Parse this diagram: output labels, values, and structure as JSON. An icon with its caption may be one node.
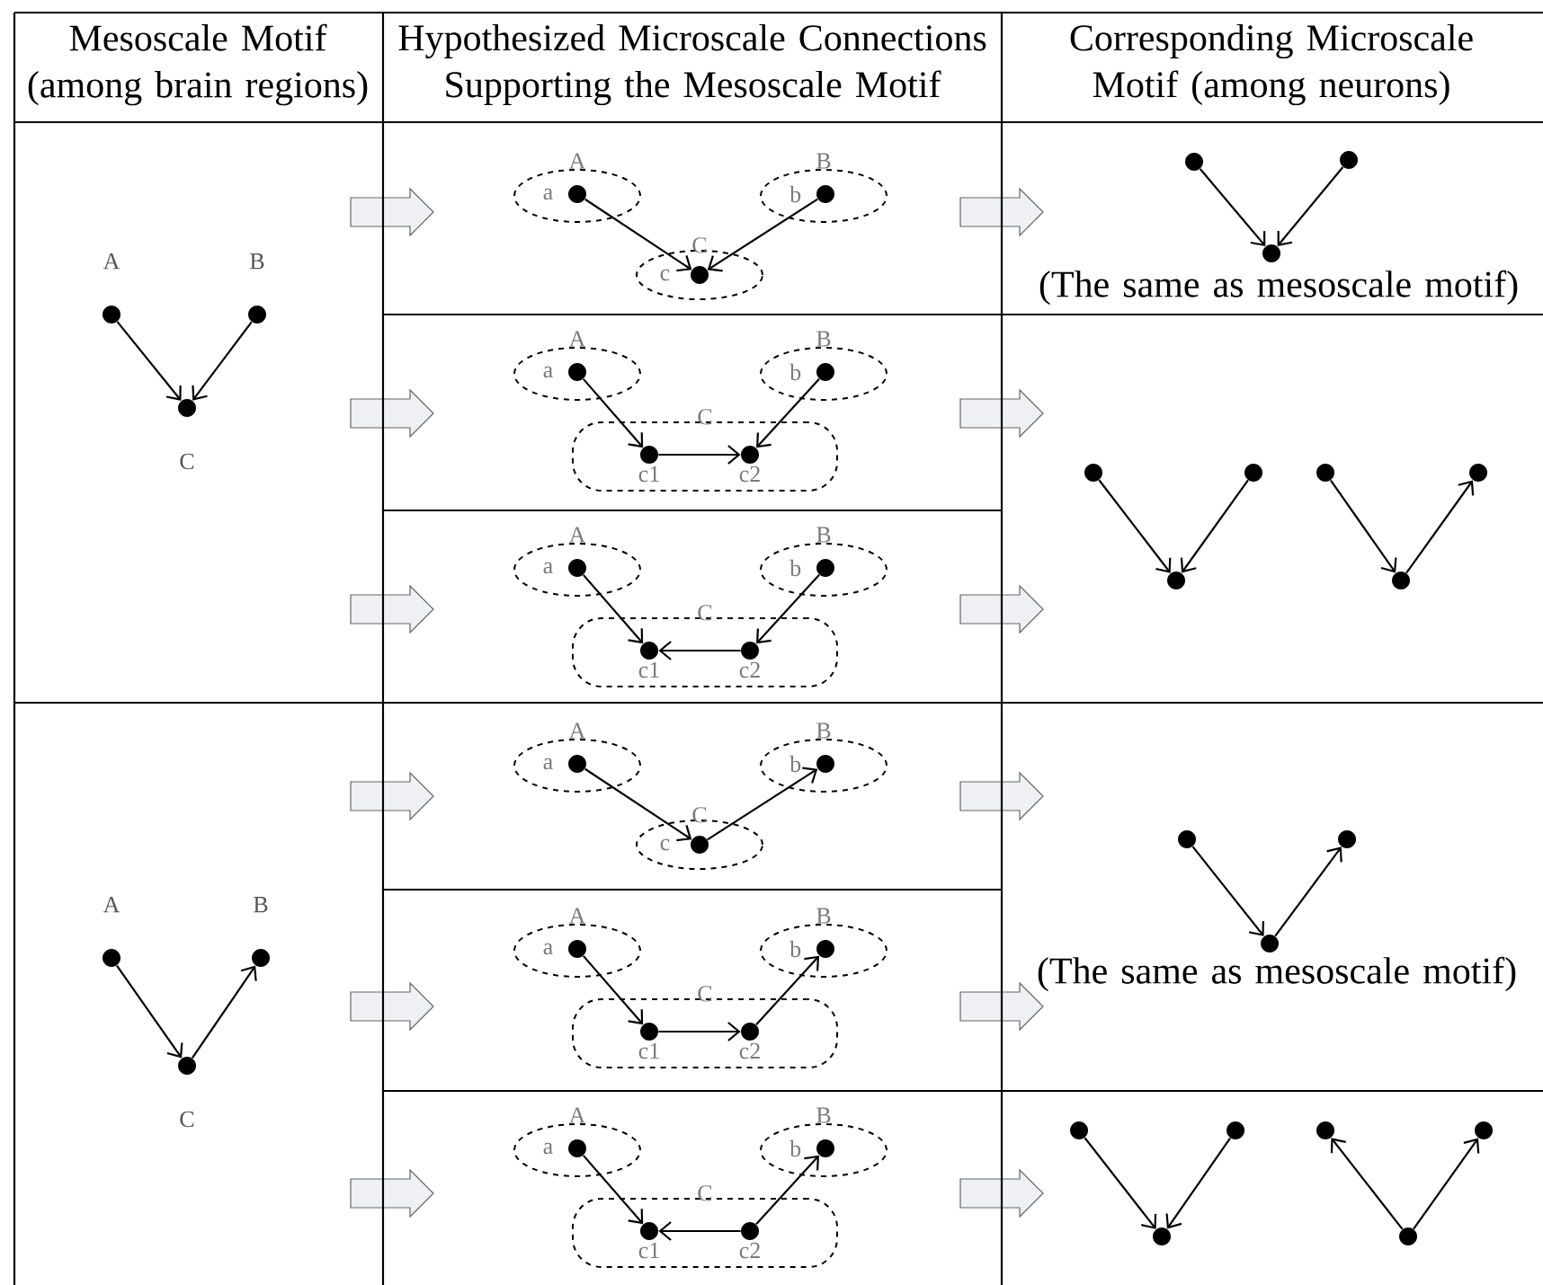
{
  "diagram": {
    "nodes": [
      {
        "text": [],
        "shape": "circle",
        "beside": [
          "A"
        ]
      },
      {
        "text": [],
        "shape": "circle",
        "beside": [
          "B"
        ]
      },
      {
        "text": [],
        "shape": "circle",
        "beside": [
          "C"
        ]
      },
      {
        "text": [
          "A"
        ]
      },
      {
        "text": [],
        "shape": "circle",
        "in": 3,
        "beside": [
          "a"
        ]
      },
      {
        "text": [
          "B"
        ]
      },
      {
        "text": [],
        "shape": "circle",
        "in": 5,
        "beside": [
          "b"
        ]
      },
      {
        "text": [
          "C"
        ]
      },
      {
        "text": [],
        "shape": "circle",
        "in": 7,
        "beside": [
          "c"
        ]
      },
      {
        "text": [],
        "shape": "circle"
      },
      {
        "text": [],
        "shape": "circle"
      },
      {
        "text": [],
        "shape": "circle"
      },
      {
        "text": [
          "A"
        ]
      },
      {
        "text": [],
        "shape": "circle",
        "in": 12,
        "beside": [
          "a"
        ]
      },
      {
        "text": [
          "B"
        ]
      },
      {
        "text": [],
        "shape": "circle",
        "in": 14,
        "beside": [
          "b"
        ]
      },
      {
        "text": [
          "C"
        ]
      },
      {
        "text": [],
        "shape": "circle",
        "in": 16,
        "beside": [
          "c1"
        ]
      },
      {
        "text": [],
        "shape": "circle",
        "in": 16,
        "beside": [
          "c2"
        ]
      },
      {
        "text": [
          "A"
        ]
      },
      {
        "text": [],
        "shape": "circle",
        "in": 19,
        "beside": [
          "a"
        ]
      },
      {
        "text": [
          "B"
        ]
      },
      {
        "text": [],
        "shape": "circle",
        "in": 21,
        "beside": [
          "b"
        ]
      },
      {
        "text": [
          "C"
        ]
      },
      {
        "text": [],
        "shape": "circle",
        "in": 23,
        "beside": [
          "c1"
        ]
      },
      {
        "text": [],
        "shape": "circle",
        "in": 23,
        "beside": [
          "c2"
        ]
      },
      {
        "text": [],
        "shape": "circle"
      },
      {
        "text": [],
        "shape": "circle"
      },
      {
        "text": [],
        "shape": "circle"
      },
      {
        "text": [],
        "shape": "circle"
      },
      {
        "text": [],
        "shape": "circle"
      },
      {
        "text": [],
        "shape": "circle"
      },
      {
        "text": [],
        "shape": "circle",
        "beside": [
          "A"
        ]
      },
      {
        "text": [],
        "shape": "circle",
        "beside": [
          "B"
        ]
      },
      {
        "text": [],
        "shape": "circle",
        "beside": [
          "C"
        ]
      },
      {
        "text": [
          "A"
        ]
      },
      {
        "text": [],
        "shape": "circle",
        "in": 35,
        "beside": [
          "a"
        ]
      },
      {
        "text": [
          "B"
        ]
      },
      {
        "text": [],
        "shape": "circle",
        "in": 37,
        "beside": [
          "b"
        ]
      },
      {
        "text": [
          "C"
        ]
      },
      {
        "text": [],
        "shape": "circle",
        "in": 39,
        "beside": [
          "c"
        ]
      },
      {
        "text": [],
        "shape": "circle"
      },
      {
        "text": [],
        "shape": "circle"
      },
      {
        "text": [],
        "shape": "circle"
      },
      {
        "text": [
          "A"
        ]
      },
      {
        "text": [],
        "shape": "circle",
        "in": 44,
        "beside": [
          "a"
        ]
      },
      {
        "text": [
          "B"
        ]
      },
      {
        "text": [],
        "shape": "circle",
        "in": 46,
        "beside": [
          "b"
        ]
      },
      {
        "text": [
          "C"
        ]
      },
      {
        "text": [],
        "shape": "circle",
        "in": 48,
        "beside": [
          "c1"
        ]
      },
      {
        "text": [],
        "shape": "circle",
        "in": 48,
        "beside": [
          "c2"
        ]
      },
      {
        "text": [
          "A"
        ]
      },
      {
        "text": [],
        "shape": "circle",
        "in": 51,
        "beside": [
          "a"
        ]
      },
      {
        "text": [
          "B"
        ]
      },
      {
        "text": [],
        "shape": "circle",
        "in": 53,
        "beside": [
          "b"
        ]
      },
      {
        "text": [
          "C"
        ]
      },
      {
        "text": [],
        "shape": "circle",
        "in": 55,
        "beside": [
          "c1"
        ]
      },
      {
        "text": [],
        "shape": "circle",
        "in": 55,
        "beside": [
          "c2"
        ]
      },
      {
        "text": [],
        "shape": "circle"
      },
      {
        "text": [],
        "shape": "circle"
      },
      {
        "text": [],
        "shape": "circle"
      },
      {
        "text": [],
        "shape": "circle"
      },
      {
        "text": [],
        "shape": "circle"
      },
      {
        "text": [],
        "shape": "circle"
      }
    ],
    "edges": [
      {
        "from": 0,
        "to": 2,
        "arrow": "to"
      },
      {
        "from": 1,
        "to": 2,
        "arrow": "to"
      },
      {
        "from": 4,
        "to": 8,
        "arrow": "to"
      },
      {
        "from": 6,
        "to": 8,
        "arrow": "to"
      },
      {
        "from": 9,
        "to": 11,
        "arrow": "to"
      },
      {
        "from": 10,
        "to": 11,
        "arrow": "to"
      },
      {
        "from": 13,
        "to": 17,
        "arrow": "to"
      },
      {
        "from": 15,
        "to": 18,
        "arrow": "to"
      },
      {
        "from": 17,
        "to": 18,
        "arrow": "to"
      },
      {
        "from": 20,
        "to": 24,
        "arrow": "to"
      },
      {
        "from": 22,
        "to": 25,
        "arrow": "to"
      },
      {
        "from": 25,
        "to": 24,
        "arrow": "to"
      },
      {
        "from": 26,
        "to": 28,
        "arrow": "to"
      },
      {
        "from": 27,
        "to": 28,
        "arrow": "to"
      },
      {
        "from": 29,
        "to": 31,
        "arrow": "to"
      },
      {
        "from": 31,
        "to": 30,
        "arrow": "to"
      },
      {
        "from": 32,
        "to": 34,
        "arrow": "to"
      },
      {
        "from": 34,
        "to": 33,
        "arrow": "to"
      },
      {
        "from": 36,
        "to": 40,
        "arrow": "to"
      },
      {
        "from": 40,
        "to": 38,
        "arrow": "to"
      },
      {
        "from": 41,
        "to": 43,
        "arrow": "to"
      },
      {
        "from": 43,
        "to": 42,
        "arrow": "to"
      },
      {
        "from": 45,
        "to": 49,
        "arrow": "to"
      },
      {
        "from": 49,
        "to": 50,
        "arrow": "to"
      },
      {
        "from": 50,
        "to": 47,
        "arrow": "to"
      },
      {
        "from": 52,
        "to": 56,
        "arrow": "to"
      },
      {
        "from": 57,
        "to": 56,
        "arrow": "to"
      },
      {
        "from": 57,
        "to": 54,
        "arrow": "to"
      },
      {
        "from": 58,
        "to": 60,
        "arrow": "to"
      },
      {
        "from": 59,
        "to": 60,
        "arrow": "to"
      },
      {
        "from": 63,
        "to": 61,
        "arrow": "to"
      },
      {
        "from": 63,
        "to": 62,
        "arrow": "to"
      }
    ],
    "labels": [
      "Mesoscale Motif (among brain regions)",
      "Hypothesized Microscale Connections Supporting the Mesoscale Motif",
      "Corresponding Microscale Motif (among neurons)",
      "(The same as mesoscale motif)",
      "(The same as mesoscale motif)"
    ]
  }
}
